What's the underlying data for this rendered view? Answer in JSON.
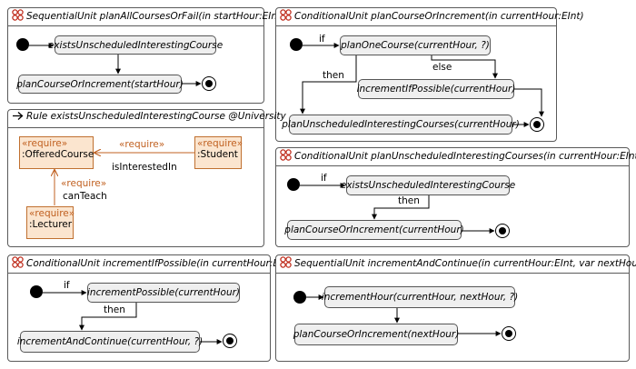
{
  "colors": {
    "require": "#c06020",
    "object_fill": "#fbe5cf",
    "node_fill": "#efefef",
    "border": "#5a5a5a"
  },
  "icons": {
    "unit": "unit-icon",
    "rule": "arrow-icon"
  },
  "panel1": {
    "title": "SequentialUnit planAllCoursesOrFail(in startHour:EInt)",
    "nodes": [
      "existsUnscheduledInterestingCourse",
      "planCourseOrIncrement(startHour)"
    ]
  },
  "panel2": {
    "title": "ConditionalUnit planCourseOrIncrement(in currentHour:EInt)",
    "nodes": [
      "planOneCourse(currentHour, ?)",
      "incrementIfPossible(currentHour)",
      "planUnscheduledInterestingCourses(currentHour)"
    ],
    "labels": {
      "if": "if",
      "then": "then",
      "else": "else"
    }
  },
  "panel3": {
    "title": "Rule existsUnscheduledInterestingCourse @University",
    "objects": {
      "course": {
        "stereotype": "«require»",
        "name": ":OfferedCourse"
      },
      "student": {
        "stereotype": "«require»",
        "name": ":Student"
      },
      "lecturer": {
        "stereotype": "«require»",
        "name": ":Lecturer"
      }
    },
    "edges": {
      "interested": {
        "stereotype": "«require»",
        "name": "isInterestedIn"
      },
      "teach": {
        "stereotype": "«require»",
        "name": "canTeach"
      }
    }
  },
  "panel4": {
    "title": "ConditionalUnit planUnscheduledInterestingCourses(in currentHour:EInt)",
    "nodes": [
      "existsUnscheduledInterestingCourse",
      "planCourseOrIncrement(currentHour)"
    ],
    "labels": {
      "if": "if",
      "then": "then"
    }
  },
  "panel5": {
    "title": "ConditionalUnit incrementIfPossible(in currentHour:EInt)",
    "nodes": [
      "incrementPossible(currentHour)",
      "incrementAndContinue(currentHour, ?)"
    ],
    "labels": {
      "if": "if",
      "then": "then"
    }
  },
  "panel6": {
    "title": "SequentialUnit incrementAndContinue(in currentHour:EInt, var nextHour:EInt)",
    "nodes": [
      "incrementHour(currentHour, nextHour, ?)",
      "planCourseOrIncrement(nextHour)"
    ]
  }
}
